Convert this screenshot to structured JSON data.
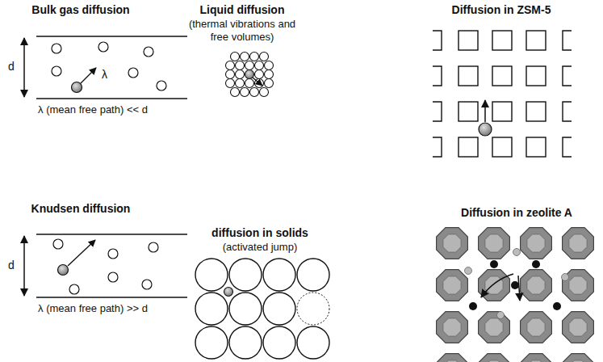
{
  "diagram": {
    "labels": [
      "Bulk gas diffusion",
      "d",
      "λ",
      "λ (mean free path) << d",
      "Liquid diffusion",
      "(thermal vibrations and free volumes)",
      "Diffusion in ZSM-5",
      "Knudsen diffusion",
      "d",
      "λ (mean free path) >> d",
      "diffusion in solids",
      "(activated jump)",
      "Diffusion in zeolite A"
    ]
  }
}
